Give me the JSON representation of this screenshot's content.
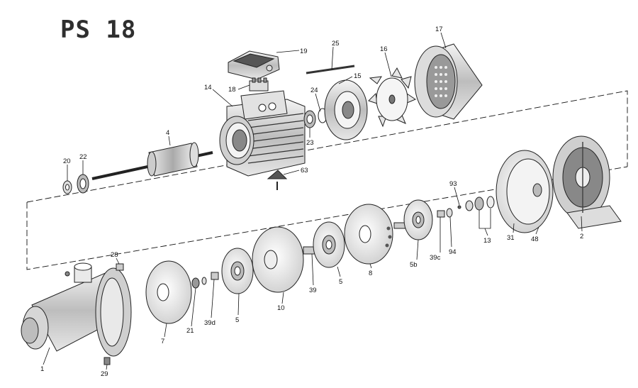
{
  "title": "PS 18",
  "labels": [
    "19",
    "25",
    "16",
    "17",
    "18",
    "15",
    "14",
    "24",
    "4",
    "23",
    "20",
    "22",
    "63",
    "28",
    "93",
    "13",
    "31",
    "48",
    "2",
    "39c",
    "94",
    "5b",
    "8",
    "5",
    "39",
    "10",
    "5",
    "39d",
    "21",
    "7",
    "1",
    "29"
  ]
}
